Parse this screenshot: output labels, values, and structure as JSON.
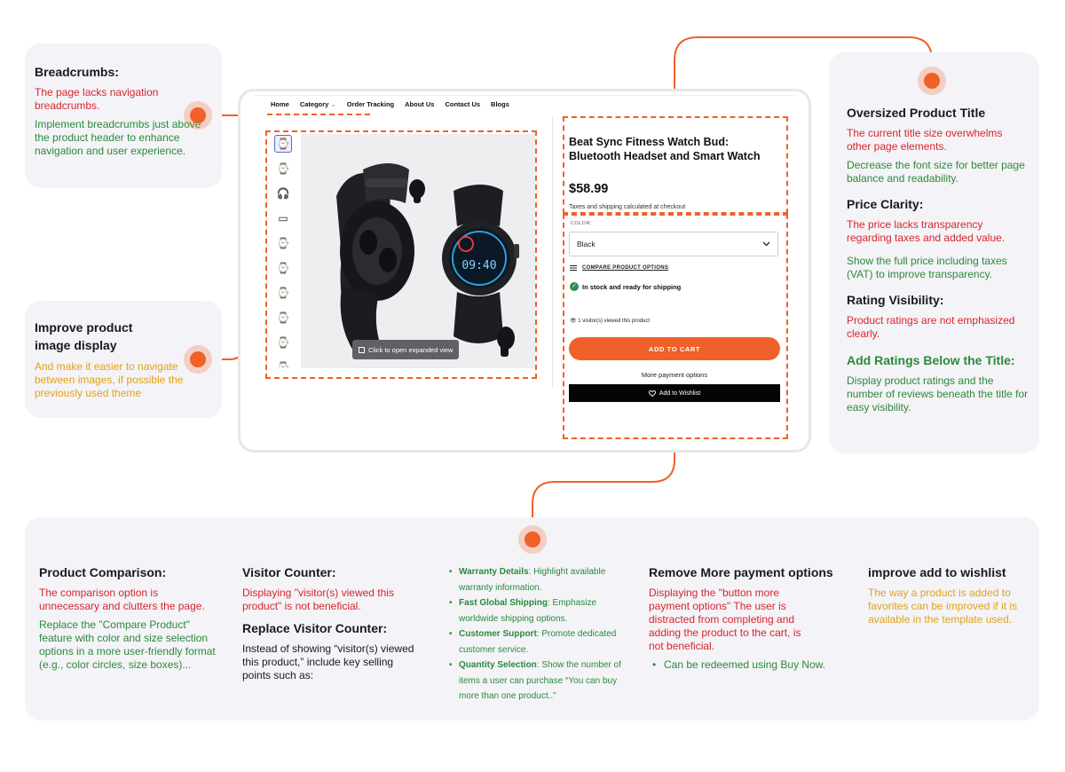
{
  "annotations": {
    "breadcrumbs": {
      "title": "Breadcrumbs:",
      "issue": "The page lacks navigation breadcrumbs.",
      "fix": "Implement breadcrumbs just above the product header to enhance navigation and user experience."
    },
    "image_display": {
      "title": "Improve product image display",
      "fix": "And make it easier to navigate between images, if possible the previously used theme"
    },
    "right_panel": {
      "title_heading": "Oversized Product Title",
      "title_issue": "The current title size overwhelms other page elements.",
      "title_fix": "Decrease the font size for better page balance and readability.",
      "price_heading": "Price Clarity:",
      "price_issue": "The price lacks transparency regarding taxes and added value.",
      "price_fix": "Show the full price including taxes (VAT) to improve transparency.",
      "rating_heading": "Rating Visibility:",
      "rating_issue": "Product ratings are not emphasized clearly.",
      "ratings_add_heading": "Add Ratings Below the Title:",
      "ratings_add_fix": "Display product ratings and the number of reviews beneath the title for easy visibility."
    },
    "bottom": {
      "comparison_heading": "Product Comparison:",
      "comparison_issue": "The comparison option is unnecessary and clutters the page.",
      "comparison_fix": " Replace the \"Compare Product\" feature with color and size selection options in a more user-friendly format (e.g., color circles, size boxes)...",
      "visitor_heading": "Visitor Counter:",
      "visitor_issue": "Displaying \"visitor(s) viewed this product\" is not beneficial.",
      "replace_heading": "Replace Visitor Counter:",
      "replace_text": "Instead of showing “visitor(s) viewed this product,” include key selling points such as:",
      "points": [
        {
          "label": "Warranty Details",
          "text": ": Highlight available warranty information."
        },
        {
          "label": "Fast Global Shipping",
          "text": ": Emphasize worldwide shipping options."
        },
        {
          "label": "Customer Support",
          "text": ": Promote dedicated customer service."
        },
        {
          "label": "Quantity Selection",
          "text": ": Show the number of items a user can purchase “You can buy more than one product..”"
        }
      ],
      "payment_heading": "Remove More payment options",
      "payment_issue": "Displaying the \"button more payment options\" The user is distracted from completing and adding the product to the cart, is not beneficial.",
      "payment_fix": "Can be redeemed using Buy Now.",
      "wishlist_heading": "improve add to wishlist",
      "wishlist_fix": "The way a product is added to favorites can be improved if it is available in the template used."
    }
  },
  "mockup": {
    "nav": [
      "Home",
      "Category",
      "Order Tracking",
      "About Us",
      "Contact Us",
      "Blogs"
    ],
    "category_chevron": "⌄",
    "expand_label": "Click to open expanded view",
    "product_title": "Beat Sync Fitness Watch Bud: Bluetooth Headset and Smart Watch",
    "price": "$58.99",
    "taxes_note": "Taxes and shipping calculated at checkout",
    "color_label": "COLOR:",
    "color_value": "Black",
    "compare_label": "COMPARE PRODUCT OPTIONS",
    "stock_label": "In stock and ready for shipping",
    "visitor_label": "1 visitor(s) viewed this product",
    "cart_label": "ADD TO CART",
    "more_payment_label": "More payment options",
    "wishlist_label": "Add to Wishlist",
    "icons": {
      "expand": "expand-icon",
      "select": "chevron-down-icon",
      "compare": "menu-icon",
      "stock": "check-circle-icon",
      "visitor": "eye-icon",
      "wishlist": "heart-icon"
    }
  },
  "colors": {
    "accent": "#ef6128",
    "issue": "#d6262d",
    "fix": "#2a8a3a",
    "tip": "#e2a21a",
    "card_bg": "#f4f3f7"
  }
}
